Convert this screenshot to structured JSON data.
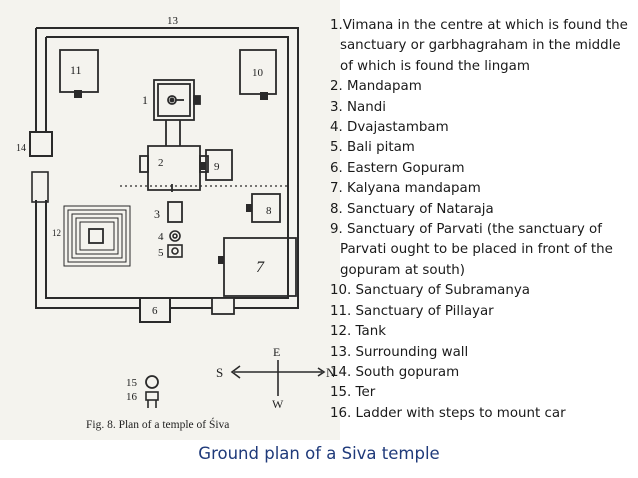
{
  "slide": {
    "title": "Ground plan of  a Siva temple"
  },
  "figure": {
    "caption": "Fig. 8.   Plan of a temple of Śiva",
    "labels": {
      "l1": "1",
      "l2": "2",
      "l3": "3",
      "l4": "4",
      "l5": "5",
      "l6": "6",
      "l7": "7",
      "l8": "8",
      "l9": "9",
      "l10": "10",
      "l11": "11",
      "l12": "12",
      "l13": "13",
      "l14": "14",
      "l15": "15",
      "l16": "16"
    },
    "compass": {
      "north": "N",
      "south": "S",
      "east": "E",
      "west": "W"
    }
  },
  "legend": {
    "items": [
      "1.Vimana in the centre at which is found the sanctuary  or  garbhagraham in the middle of which is found the lingam",
      "2. Mandapam",
      "3. Nandi",
      "4. Dvajastambam",
      "5. Bali pitam",
      "6. Eastern Gopuram",
      "7. Kalyana mandapam",
      "8. Sanctuary of Nataraja",
      "9. Sanctuary of Parvati  (the sanctuary of Parvati ought to be placed in front of the gopuram at south)",
      "10. Sanctuary of Subramanya",
      "11. Sanctuary of Pillayar",
      "12. Tank",
      "13. Surrounding wall",
      "14. South gopuram",
      "15. Ter",
      "16. Ladder with steps to mount car"
    ]
  }
}
